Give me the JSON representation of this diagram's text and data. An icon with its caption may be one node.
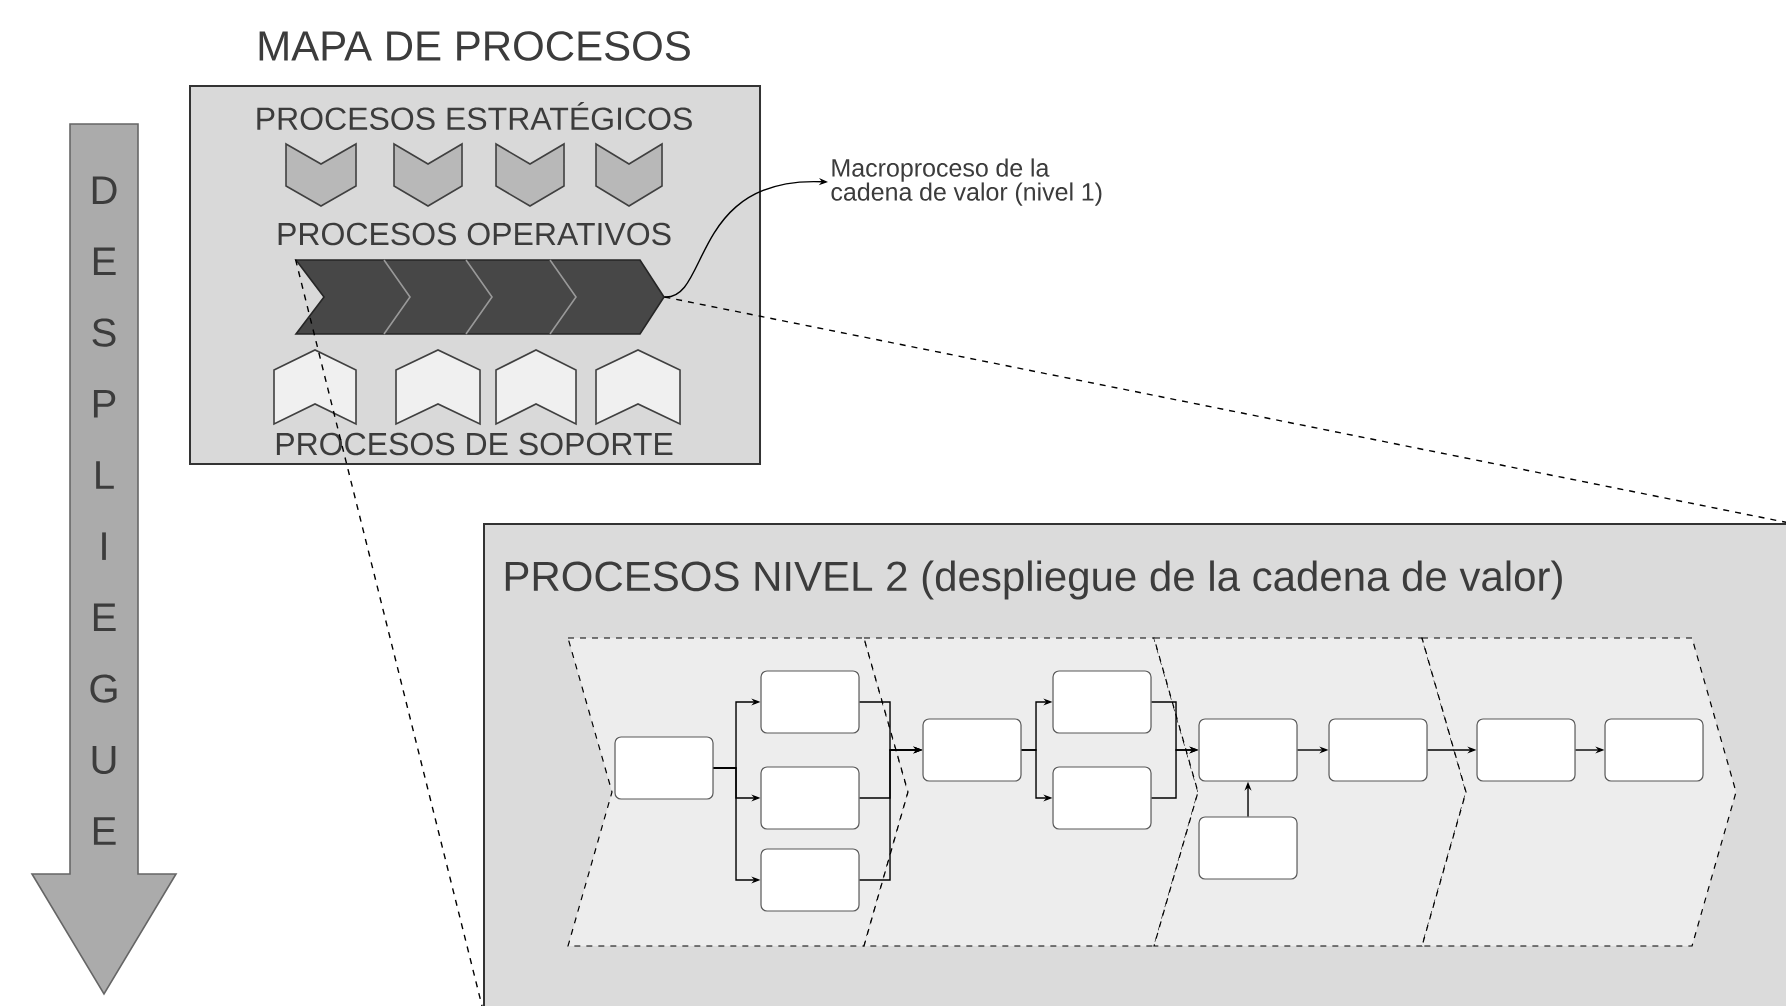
{
  "diagram": {
    "nodes": [
      {
        "text": [
          "MAPA DE PROCESOS",
          "PROCESOS ESTRATÉGICOS",
          "PROCESOS OPERATIVOS",
          "PROCESOS DE SOPORTE"
        ]
      },
      {
        "text": [],
        "shape": "chevron",
        "in": 0
      },
      {
        "text": [
          "Macroproceso de la cadena de valor (nivel 1)"
        ]
      },
      {
        "text": [
          "PROCESOS NIVEL 2 (despliegue de la cadena de valor)"
        ]
      },
      {
        "text": [],
        "shape": "chevron",
        "in": 3
      },
      {
        "text": [],
        "shape": "box",
        "in": 4
      },
      {
        "text": [],
        "shape": "box",
        "in": 4
      },
      {
        "text": [],
        "shape": "box",
        "in": 4
      },
      {
        "text": [],
        "shape": "box",
        "in": 4
      },
      {
        "text": [],
        "shape": "chevron",
        "in": 3
      },
      {
        "text": [],
        "shape": "box",
        "in": 9
      },
      {
        "text": [],
        "shape": "box",
        "in": 9
      },
      {
        "text": [],
        "shape": "box",
        "in": 9
      },
      {
        "text": [],
        "shape": "chevron",
        "in": 3
      },
      {
        "text": [],
        "shape": "box",
        "in": 13
      },
      {
        "text": [],
        "shape": "box",
        "in": 13
      },
      {
        "text": [],
        "shape": "box",
        "in": 13
      },
      {
        "text": [],
        "shape": "chevron",
        "in": 3
      },
      {
        "text": [],
        "shape": "box",
        "in": 17
      },
      {
        "text": [],
        "shape": "box",
        "in": 17
      },
      {
        "text": [
          "DESPLIEGUE"
        ]
      }
    ],
    "edges": [
      {
        "from": 1,
        "to": 2,
        "arrow": "to"
      },
      {
        "from": 1,
        "to": 3,
        "arrow": "none",
        "style": "dashed"
      },
      {
        "from": 1,
        "to": 3,
        "arrow": "none",
        "style": "dashed"
      },
      {
        "from": 5,
        "to": 6,
        "arrow": "to"
      },
      {
        "from": 5,
        "to": 7,
        "arrow": "to"
      },
      {
        "from": 5,
        "to": 8,
        "arrow": "to"
      },
      {
        "from": 6,
        "to": 10,
        "arrow": "to"
      },
      {
        "from": 7,
        "to": 10,
        "arrow": "to"
      },
      {
        "from": 8,
        "to": 10,
        "arrow": "to"
      },
      {
        "from": 10,
        "to": 11,
        "arrow": "to"
      },
      {
        "from": 10,
        "to": 12,
        "arrow": "to"
      },
      {
        "from": 11,
        "to": 14,
        "arrow": "to"
      },
      {
        "from": 12,
        "to": 14,
        "arrow": "to"
      },
      {
        "from": 15,
        "to": 14,
        "arrow": "to"
      },
      {
        "from": 14,
        "to": 16,
        "arrow": "to"
      },
      {
        "from": 16,
        "to": 18,
        "arrow": "to"
      },
      {
        "from": 18,
        "to": 19,
        "arrow": "to"
      }
    ]
  }
}
